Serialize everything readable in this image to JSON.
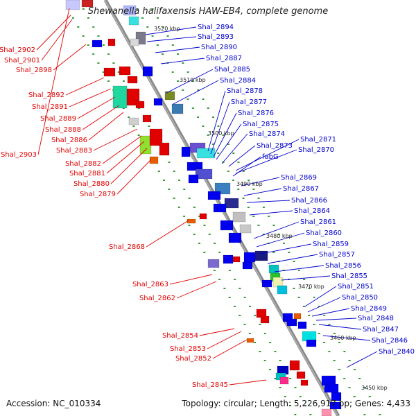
{
  "title": "Shewanella halifaxensis HAW-EB4, complete genome",
  "footer": {
    "accession": "Accession: NC_010334",
    "stats": "Topology: circular; Length: 5,226,917 bp; Genes: 4,433"
  },
  "colors": {
    "backbone": "#888888",
    "forward_label": "#0000cc",
    "reverse_label": "#e00000",
    "tick": "#3a9a3a",
    "connector_blue": "#0000cc",
    "connector_red": "#e00000"
  },
  "kbp_ticks": [
    "3520 kbp",
    "3510 kbp",
    "3500 kbp",
    "3490 kbp",
    "3480 kbp",
    "3470 kbp",
    "3460 kbp",
    "3450 kbp"
  ],
  "right_labels": [
    "Shal_2894",
    "Shal_2893",
    "Shal_2890",
    "Shal_2887",
    "Shal_2885",
    "Shal_2884",
    "Shal_2878",
    "Shal_2877",
    "Shal_2876",
    "Shal_2875",
    "Shal_2874",
    "Shal_2873",
    "Shal_2871",
    "Shal_2870",
    "fabG",
    "Shal_2869",
    "Shal_2867",
    "Shal_2866",
    "Shal_2864",
    "Shal_2861",
    "Shal_2860",
    "Shal_2859",
    "Shal_2857",
    "Shal_2856",
    "Shal_2855",
    "Shal_2851",
    "Shal_2850",
    "Shal_2849",
    "Shal_2848",
    "Shal_2847",
    "Shal_2846",
    "Shal_2840"
  ],
  "left_labels": [
    "Shal_2903",
    "Shal_2902",
    "Shal_2901",
    "Shal_2898",
    "Shal_2892",
    "Shal_2891",
    "Shal_2889",
    "Shal_2888",
    "Shal_2886",
    "Shal_2883",
    "Shal_2882",
    "Shal_2881",
    "Shal_2880",
    "Shal_2879",
    "Shal_2868",
    "Shal_2863",
    "Shal_2862",
    "Shal_2854",
    "Shal_2853",
    "Shal_2852",
    "Shal_2845"
  ]
}
